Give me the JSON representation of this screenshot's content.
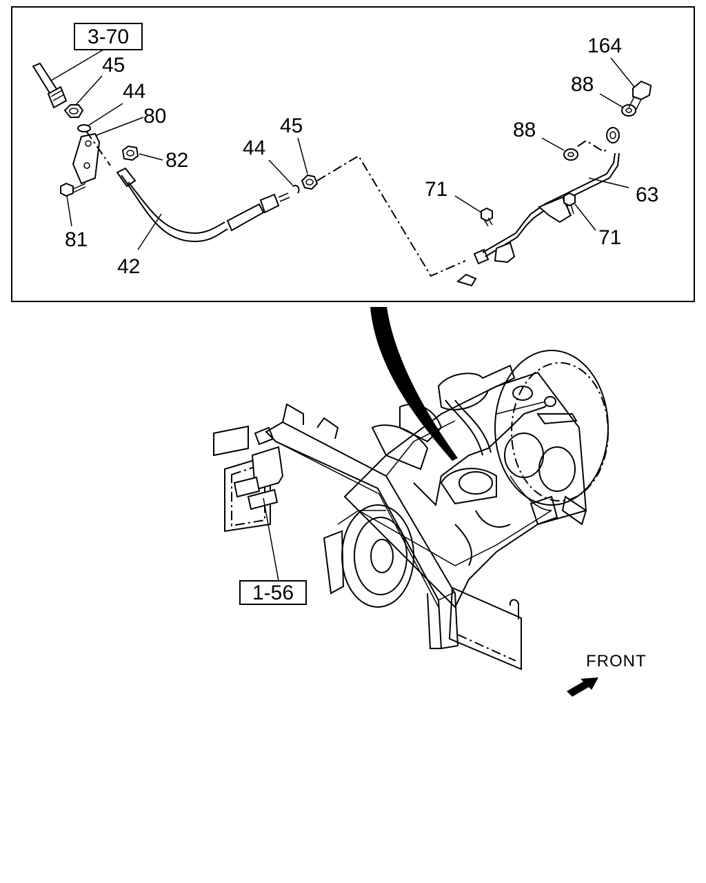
{
  "callouts": {
    "ref_3_70": "3-70",
    "p45_a": "45",
    "p44_a": "44",
    "p80": "80",
    "p82": "82",
    "p81": "81",
    "p42": "42",
    "p44_b": "44",
    "p45_b": "45",
    "p71_a": "71",
    "p71_b": "71",
    "p88_a": "88",
    "p88_b": "88",
    "p164": "164",
    "p63": "63",
    "ref_1_56": "1-56"
  },
  "direction": {
    "front_label": "FRONT"
  },
  "icons": {
    "direction": "arrow-front-icon"
  },
  "colors": {
    "ink": "#000000",
    "paper": "#ffffff"
  }
}
